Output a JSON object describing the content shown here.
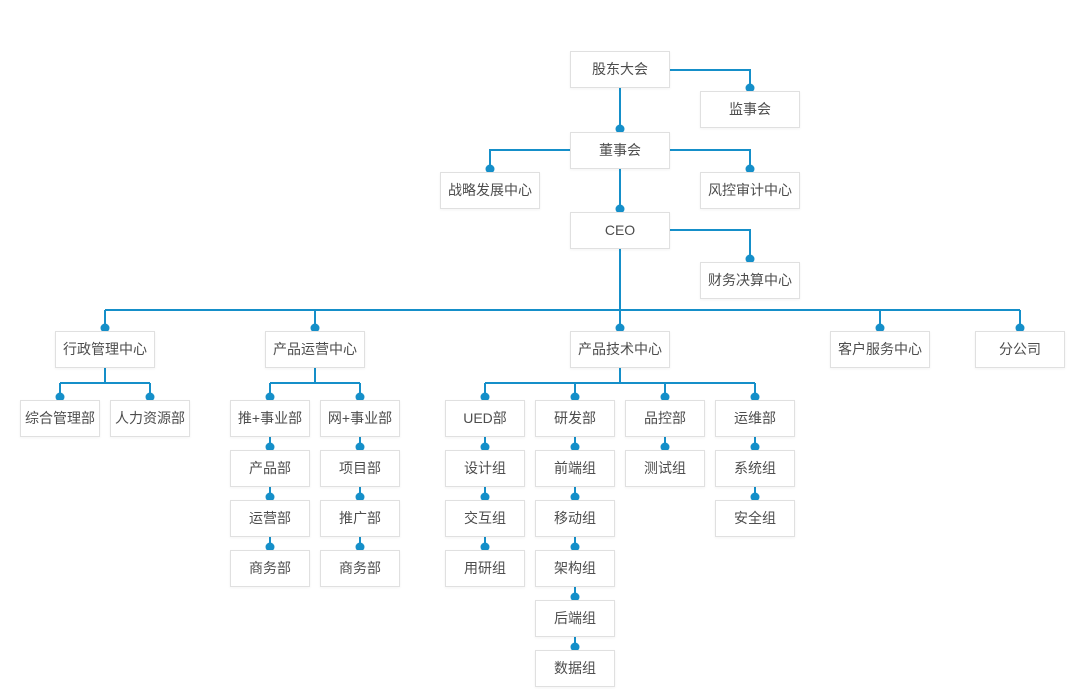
{
  "org_chart": {
    "colors": {
      "connector_line": "#158fc9",
      "connector_dot": "#158fc9",
      "node_border": "#e0e0e0",
      "node_background": "#ffffff",
      "node_text": "#4d4d4d",
      "page_background": "#ffffff"
    },
    "nodes": {
      "shareholders_meeting": {
        "label": "股东大会"
      },
      "supervisory_board": {
        "label": "监事会"
      },
      "board_of_directors": {
        "label": "董事会"
      },
      "strategy_center": {
        "label": "战略发展中心"
      },
      "risk_audit_center": {
        "label": "风控审计中心"
      },
      "ceo": {
        "label": "CEO"
      },
      "finance_center": {
        "label": "财务决算中心"
      },
      "admin_center": {
        "label": "行政管理中心"
      },
      "general_admin_dept": {
        "label": "综合管理部"
      },
      "hr_dept": {
        "label": "人力资源部"
      },
      "product_ops_center": {
        "label": "产品运营中心"
      },
      "tui_plus_division": {
        "label": "推+事业部"
      },
      "product_dept": {
        "label": "产品部"
      },
      "operations_dept": {
        "label": "运营部"
      },
      "tui_business_dept": {
        "label": "商务部"
      },
      "wang_plus_division": {
        "label": "网+事业部"
      },
      "project_dept": {
        "label": "项目部"
      },
      "promotion_dept": {
        "label": "推广部"
      },
      "wang_business_dept": {
        "label": "商务部"
      },
      "product_tech_center": {
        "label": "产品技术中心"
      },
      "ued_dept": {
        "label": "UED部"
      },
      "design_group": {
        "label": "设计组"
      },
      "interaction_group": {
        "label": "交互组"
      },
      "user_research_group": {
        "label": "用研组"
      },
      "rd_dept": {
        "label": "研发部"
      },
      "frontend_group": {
        "label": "前端组"
      },
      "mobile_group": {
        "label": "移动组"
      },
      "architecture_group": {
        "label": "架构组"
      },
      "backend_group": {
        "label": "后端组"
      },
      "data_group": {
        "label": "数据组"
      },
      "quality_control_dept": {
        "label": "品控部"
      },
      "testing_group": {
        "label": "测试组"
      },
      "maintenance_dept": {
        "label": "运维部"
      },
      "system_group": {
        "label": "系统组"
      },
      "security_group": {
        "label": "安全组"
      },
      "customer_service_center": {
        "label": "客户服务中心"
      },
      "branch_company": {
        "label": "分公司"
      }
    },
    "edges": [
      [
        "shareholders_meeting",
        "supervisory_board"
      ],
      [
        "shareholders_meeting",
        "board_of_directors"
      ],
      [
        "board_of_directors",
        "strategy_center"
      ],
      [
        "board_of_directors",
        "risk_audit_center"
      ],
      [
        "board_of_directors",
        "ceo"
      ],
      [
        "ceo",
        "finance_center"
      ],
      [
        "ceo",
        "admin_center"
      ],
      [
        "ceo",
        "product_ops_center"
      ],
      [
        "ceo",
        "product_tech_center"
      ],
      [
        "ceo",
        "customer_service_center"
      ],
      [
        "ceo",
        "branch_company"
      ],
      [
        "admin_center",
        "general_admin_dept"
      ],
      [
        "admin_center",
        "hr_dept"
      ],
      [
        "product_ops_center",
        "tui_plus_division"
      ],
      [
        "product_ops_center",
        "wang_plus_division"
      ],
      [
        "tui_plus_division",
        "product_dept"
      ],
      [
        "product_dept",
        "operations_dept"
      ],
      [
        "operations_dept",
        "tui_business_dept"
      ],
      [
        "wang_plus_division",
        "project_dept"
      ],
      [
        "project_dept",
        "promotion_dept"
      ],
      [
        "promotion_dept",
        "wang_business_dept"
      ],
      [
        "product_tech_center",
        "ued_dept"
      ],
      [
        "product_tech_center",
        "rd_dept"
      ],
      [
        "product_tech_center",
        "quality_control_dept"
      ],
      [
        "product_tech_center",
        "maintenance_dept"
      ],
      [
        "ued_dept",
        "design_group"
      ],
      [
        "design_group",
        "interaction_group"
      ],
      [
        "interaction_group",
        "user_research_group"
      ],
      [
        "rd_dept",
        "frontend_group"
      ],
      [
        "frontend_group",
        "mobile_group"
      ],
      [
        "mobile_group",
        "architecture_group"
      ],
      [
        "architecture_group",
        "backend_group"
      ],
      [
        "backend_group",
        "data_group"
      ],
      [
        "quality_control_dept",
        "testing_group"
      ],
      [
        "maintenance_dept",
        "system_group"
      ],
      [
        "system_group",
        "security_group"
      ]
    ]
  }
}
